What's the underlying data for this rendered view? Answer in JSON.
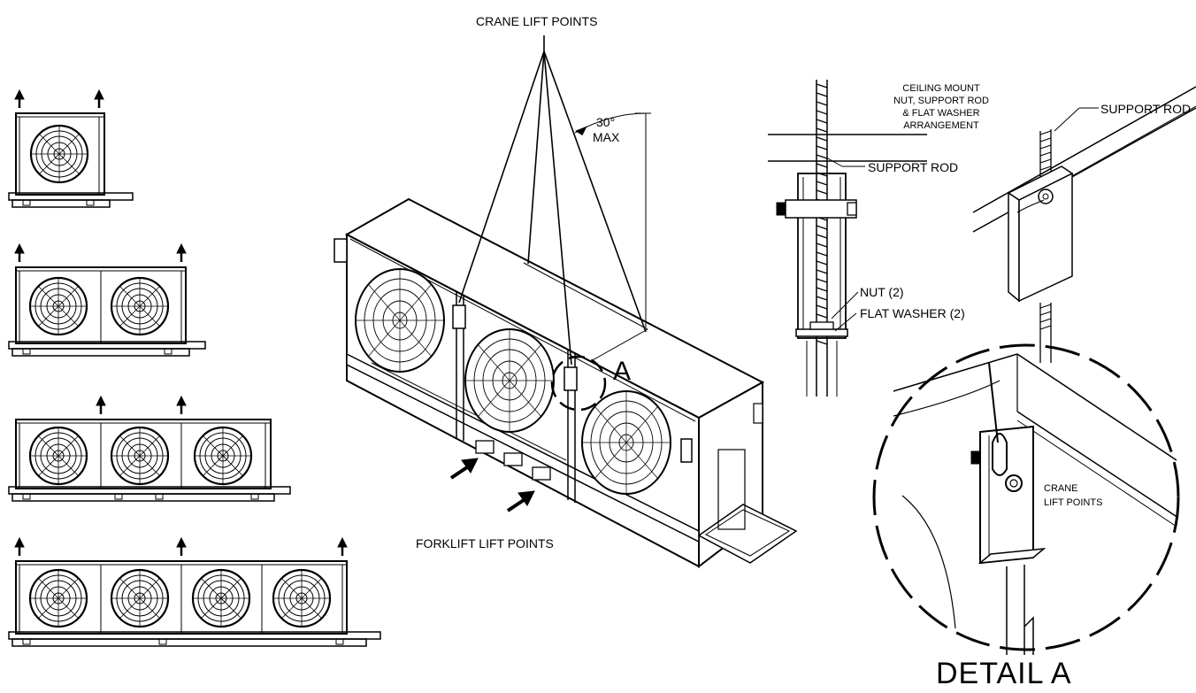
{
  "labels": {
    "crane_lift_points": "CRANE LIFT POINTS",
    "angle_30": "30°",
    "angle_max": "MAX",
    "detail_marker": "A",
    "forklift_lift_points": "FORKLIFT LIFT POINTS",
    "ceiling_mount_1": "CEILING MOUNT",
    "ceiling_mount_2": "NUT, SUPPORT ROD",
    "ceiling_mount_3": "& FLAT WASHER",
    "ceiling_mount_4": "ARRANGEMENT",
    "support_rod_side": "SUPPORT ROD",
    "support_rod_iso": "SUPPORT ROD",
    "nut": "NUT (2)",
    "flat_washer": "FLAT WASHER (2)",
    "detail_crane_1": "CRANE",
    "detail_crane_2": "LIFT POINTS",
    "detail_title": "DETAIL A"
  },
  "front_views": [
    {
      "fans": 1,
      "lift_arrows": 2
    },
    {
      "fans": 2,
      "lift_arrows": 2
    },
    {
      "fans": 3,
      "lift_arrows": 2
    },
    {
      "fans": 4,
      "lift_arrows": 3
    }
  ]
}
